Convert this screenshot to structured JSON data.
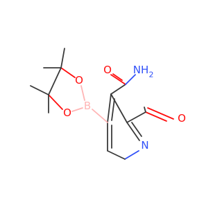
{
  "molecule": {
    "atom_labels": {
      "N_ring": "N",
      "O_amide": "O",
      "NH2": "NH",
      "NH2_sub": "2",
      "O_aldehyde": "O",
      "B": "B",
      "O_boronate_top": "O",
      "O_boronate_bottom": "O"
    },
    "colors": {
      "bond": "#3a3a3a",
      "nitrogen": "#3050f8",
      "oxygen": "#ff0d0d",
      "boron": "#ffb5b5"
    }
  }
}
